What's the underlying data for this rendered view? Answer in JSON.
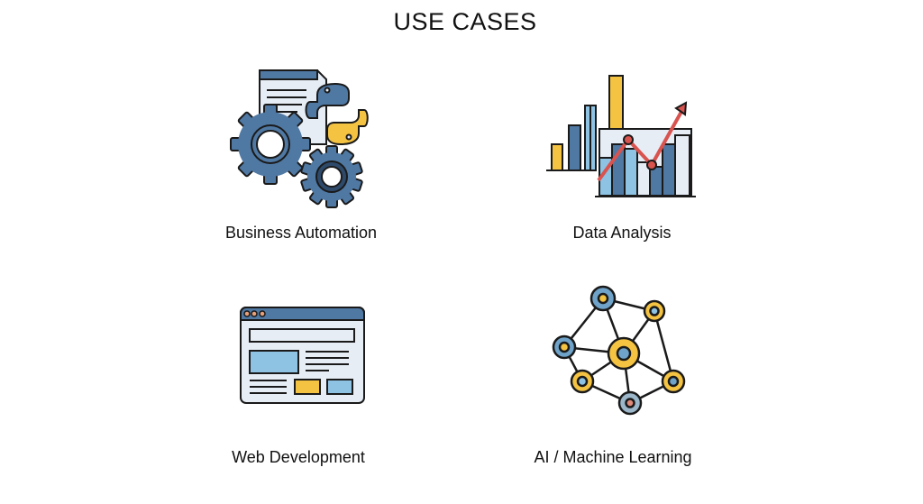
{
  "title": "USE CASES",
  "use_cases": [
    {
      "label": "Business Automation",
      "icon": "gears-python-icon"
    },
    {
      "label": "Data Analysis",
      "icon": "bar-line-chart-icon"
    },
    {
      "label": "Web Development",
      "icon": "browser-window-icon"
    },
    {
      "label": "AI / Machine Learning",
      "icon": "neural-network-icon"
    }
  ],
  "colors": {
    "dark_blue": "#4f78a3",
    "light_blue": "#8ec3e3",
    "yellow": "#f5c342",
    "red": "#d9534f",
    "pale": "#e6edf5",
    "outline": "#1a1a1a"
  }
}
